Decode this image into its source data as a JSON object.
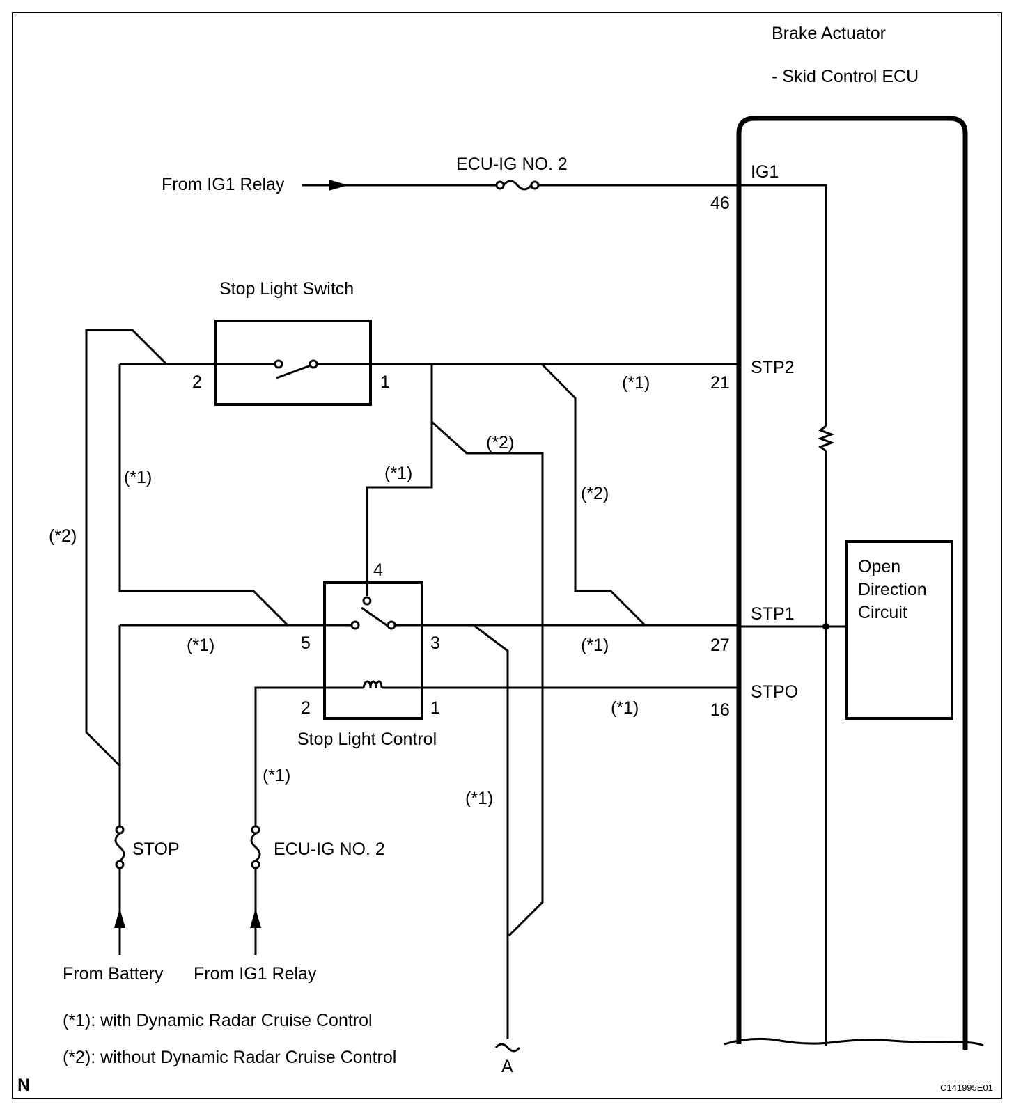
{
  "ecu": {
    "title_line1": "Brake Actuator",
    "title_line2": "- Skid Control ECU",
    "pins": {
      "ig1": "IG1",
      "ig1_num": "46",
      "stp2": "STP2",
      "stp2_num": "21",
      "stp1": "STP1",
      "stp1_num": "27",
      "stpo": "STPO",
      "stpo_num": "16"
    },
    "circuit_line1": "Open",
    "circuit_line2": "Direction",
    "circuit_line3": "Circuit"
  },
  "top_feed": {
    "source": "From IG1 Relay",
    "fuse": "ECU-IG NO. 2"
  },
  "stop_light_switch": {
    "label": "Stop Light Switch",
    "pin_left": "2",
    "pin_right": "1"
  },
  "stop_light_control": {
    "label": "Stop Light Control",
    "pin4": "4",
    "pin5": "5",
    "pin3": "3",
    "pin2": "2",
    "pin1": "1"
  },
  "tags": {
    "v1": "(*1)",
    "v2": "(*2)"
  },
  "bottom": {
    "fuse_stop": "STOP",
    "fuse_ecu": "ECU-IG NO. 2",
    "from_battery": "From Battery",
    "from_ig1": "From IG1 Relay",
    "connector": "A"
  },
  "legend": {
    "line1": "(*1): with Dynamic Radar Cruise Control",
    "line2": "(*2): without Dynamic Radar Cruise Control"
  },
  "corner": {
    "letter": "N",
    "code": "C141995E01"
  }
}
